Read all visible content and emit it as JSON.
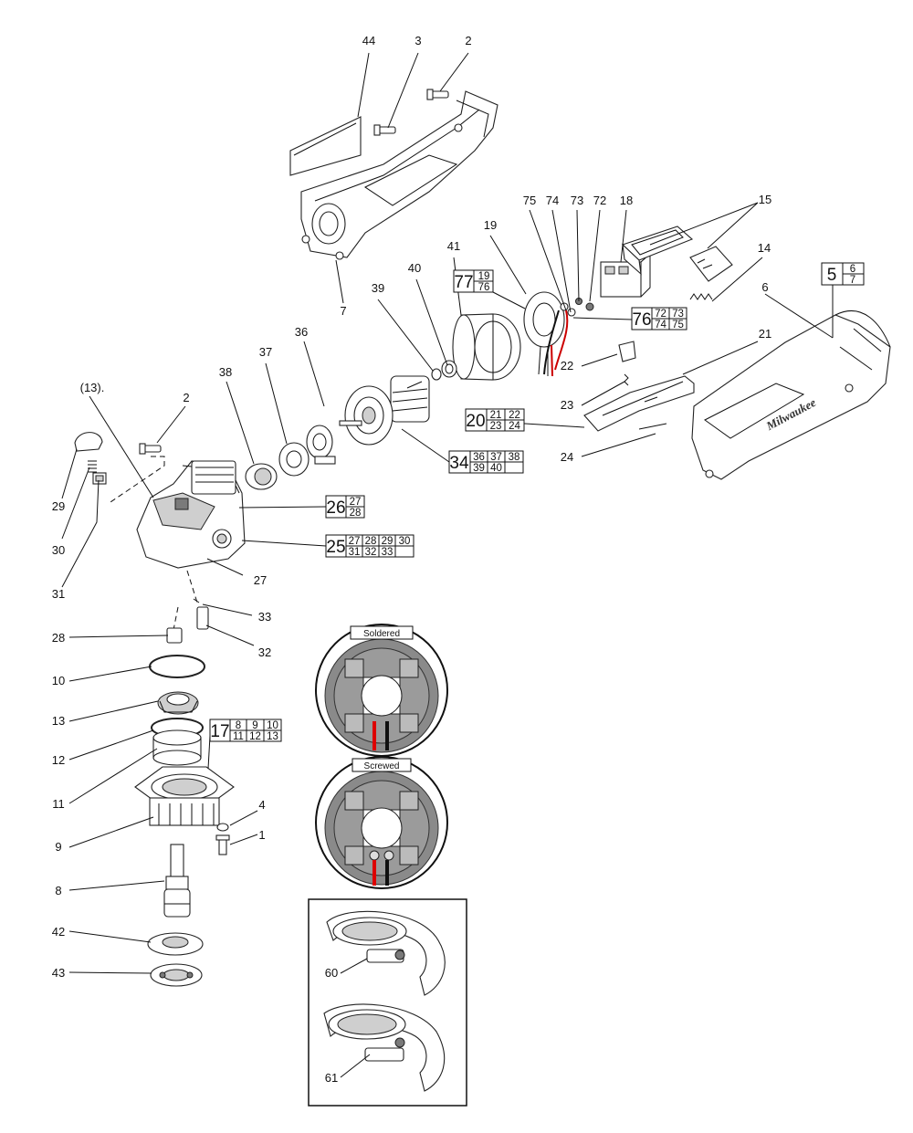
{
  "callouts": {
    "c44": "44",
    "c3a": "3",
    "c2a": "2",
    "c7": "7",
    "c75": "75",
    "c74": "74",
    "c73": "73",
    "c72": "72",
    "c18": "18",
    "c15": "15",
    "c19": "19",
    "c41": "41",
    "c40": "40",
    "c39": "39",
    "c14": "14",
    "c6": "6",
    "c36": "36",
    "c37": "37",
    "c38": "38",
    "c21": "21",
    "c22": "22",
    "c23": "23",
    "c24": "24",
    "c13p": "(13).",
    "c2b": "2",
    "c29": "29",
    "c30": "30",
    "c31": "31",
    "c27": "27",
    "c33": "33",
    "c28": "28",
    "c32": "32",
    "c10": "10",
    "c13": "13",
    "c12": "12",
    "c11": "11",
    "c9": "9",
    "c4": "4",
    "c1": "1",
    "c8": "8",
    "c42": "42",
    "c43": "43",
    "c60": "60",
    "c61": "61"
  },
  "kits": {
    "k5": {
      "main": "5",
      "subs": [
        "6",
        "7"
      ]
    },
    "k77": {
      "main": "77",
      "subs": [
        "19",
        "76"
      ]
    },
    "k76": {
      "main": "76",
      "subs": [
        "72",
        "73",
        "74",
        "75"
      ]
    },
    "k20": {
      "main": "20",
      "subs": [
        "21",
        "22",
        "23",
        "24"
      ]
    },
    "k34": {
      "main": "34",
      "subs": [
        "36",
        "37",
        "38",
        "39",
        "40"
      ]
    },
    "k26": {
      "main": "26",
      "subs": [
        "27",
        "28"
      ]
    },
    "k25": {
      "main": "25",
      "subs": [
        "27",
        "28",
        "29",
        "30",
        "31",
        "32",
        "33"
      ]
    },
    "k17": {
      "main": "17",
      "subs": [
        "8",
        "9",
        "10",
        "11",
        "12",
        "13"
      ]
    }
  },
  "insets": {
    "soldered": "Soldered",
    "screwed": "Screwed"
  },
  "brand": "Milwaukee"
}
